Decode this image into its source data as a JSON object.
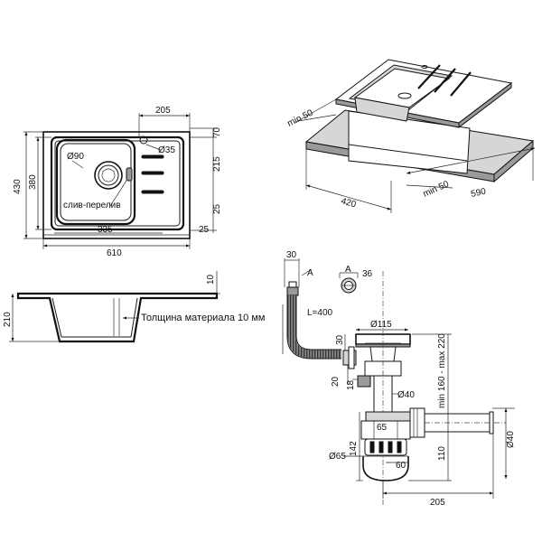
{
  "labels": {
    "top_205": "205",
    "top_70": "70",
    "top_215": "215",
    "top_430": "430",
    "top_380": "380",
    "top_25r": "25",
    "top_d90": "Ø90",
    "top_d35": "Ø35",
    "top_overflow": "слив-перелив",
    "top_335": "335",
    "top_25b": "25",
    "top_610": "610",
    "iso_min50a": "min 50",
    "iso_420": "420",
    "iso_min50b": "min 50",
    "iso_590": "590",
    "side_10": "10",
    "side_210": "210",
    "side_material": "Толщина материала 10 мм",
    "siph_30": "30",
    "siph_A1": "A",
    "siph_A2": "A",
    "siph_36": "36",
    "siph_L400": "L=400",
    "siph_d115": "Ø115",
    "siph_30b": "30",
    "siph_220": "min 160 - max 220",
    "siph_20": "20",
    "siph_18": "18",
    "siph_d40a": "Ø40",
    "siph_65": "65",
    "siph_142": "142",
    "siph_d65": "Ø65",
    "siph_60": "60",
    "siph_110": "110",
    "siph_d40b": "Ø40",
    "siph_205": "205"
  }
}
